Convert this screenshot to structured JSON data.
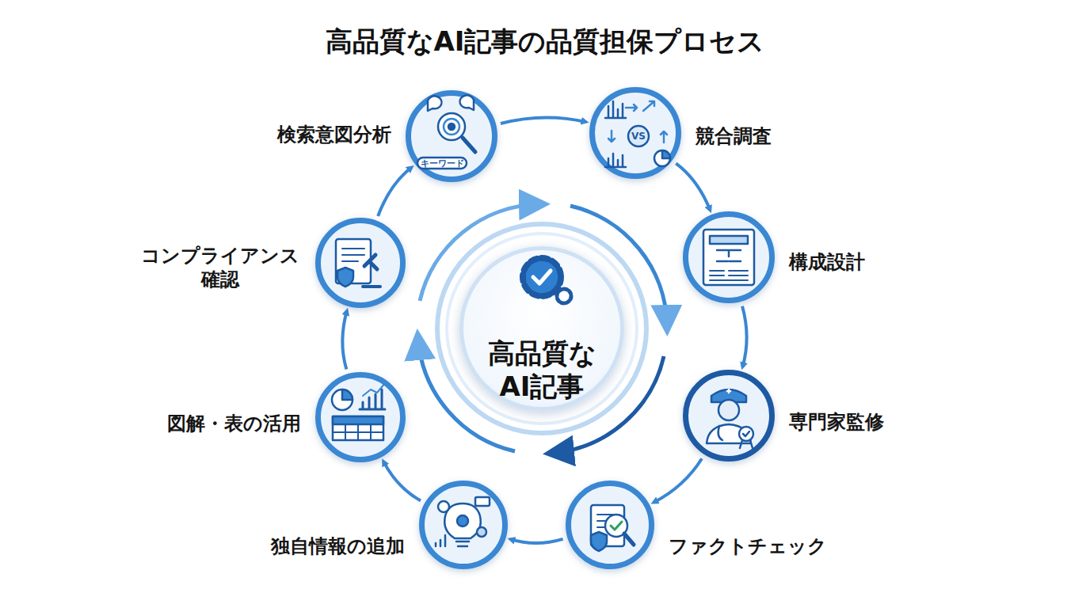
{
  "diagram": {
    "title": "高品質なAI記事の品質担保プロセス",
    "nodes": [
      {
        "text": [
          "検索意図分析"
        ]
      },
      {
        "text": [
          "競合調査"
        ]
      },
      {
        "text": [
          "構成設計"
        ]
      },
      {
        "text": [
          "専門家監修"
        ]
      },
      {
        "text": [
          "ファクトチェック"
        ]
      },
      {
        "text": [
          "独自情報の追加"
        ]
      },
      {
        "text": [
          "図解・表の活用"
        ]
      },
      {
        "text": [
          "コンプライアンス 確認"
        ]
      },
      {
        "text": [
          "高品質な AI記事"
        ]
      }
    ],
    "edges": [
      {
        "from": 0,
        "to": 1,
        "arrow": "to"
      },
      {
        "from": 1,
        "to": 2,
        "arrow": "to"
      },
      {
        "from": 2,
        "to": 3,
        "arrow": "to"
      },
      {
        "from": 3,
        "to": 4,
        "arrow": "to"
      },
      {
        "from": 4,
        "to": 5,
        "arrow": "to"
      },
      {
        "from": 5,
        "to": 6,
        "arrow": "to"
      },
      {
        "from": 6,
        "to": 7,
        "arrow": "to"
      },
      {
        "from": 7,
        "to": 0,
        "arrow": "to"
      }
    ],
    "labels": [
      "キーワード",
      "VS"
    ]
  }
}
